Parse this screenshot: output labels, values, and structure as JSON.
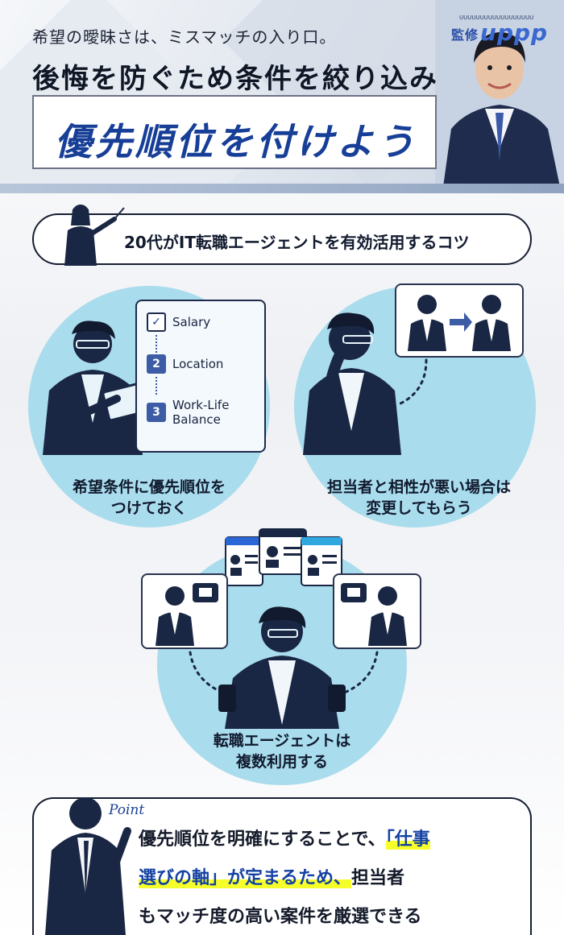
{
  "header": {
    "subtitle": "希望の曖昧さは、ミスマッチの入り口。",
    "title": "後悔を防ぐため条件を絞り込み",
    "accent": "優先順位を付けよう",
    "logo": {
      "small": "UUUUUUUUUUUUUUUUUU",
      "kanji": "監修",
      "main": "uppp"
    }
  },
  "section": {
    "pill_text": "20代がIT転職エージェントを有効活用するコツ"
  },
  "tips": [
    {
      "caption_line1": "希望条件に優先順位を",
      "caption_line2": "つけておく",
      "checklist": [
        {
          "badge": "✓",
          "label": "Salary"
        },
        {
          "badge": "2",
          "label": "Location"
        },
        {
          "badge": "3",
          "label": "Work-Life",
          "label2": "Balance"
        }
      ]
    },
    {
      "caption_line1": "担当者と相性が悪い場合は",
      "caption_line2": "変更してもらう"
    },
    {
      "caption_line1": "転職エージェントは",
      "caption_line2": "複数利用する"
    }
  ],
  "point": {
    "label": "Point",
    "line1_pre": "優先順位を明確にすることで、",
    "line1_hl": "「仕事",
    "line2_hl": "選びの軸」が定まるため、",
    "line2_post": "担当者",
    "line3": "もマッチ度の高い案件を厳選できる"
  },
  "colors": {
    "navy": "#1a2744",
    "circle": "#a9dcec",
    "accent_blue": "#173f97",
    "highlight": "#f6ff2a"
  }
}
